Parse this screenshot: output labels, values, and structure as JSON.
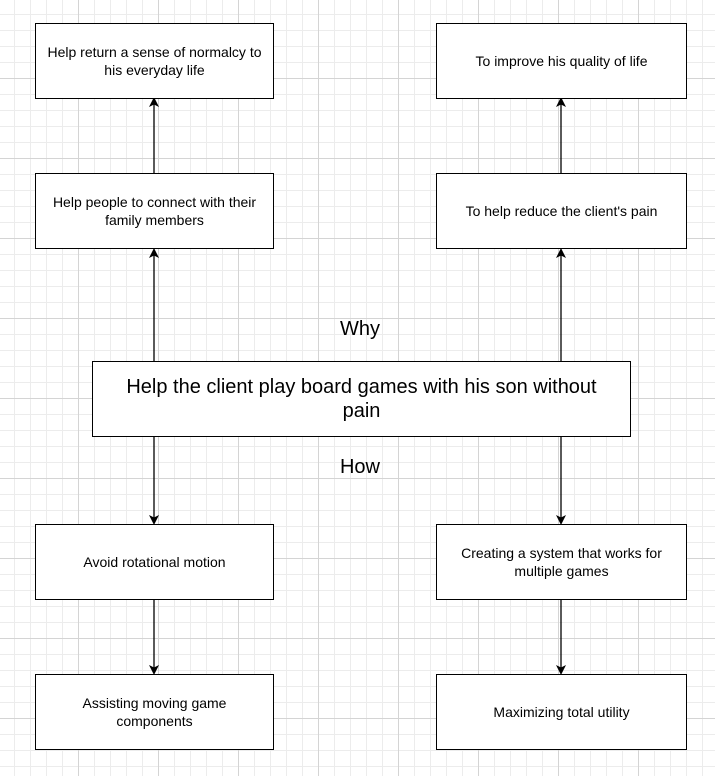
{
  "labels": {
    "why": "Why",
    "how": "How"
  },
  "central": {
    "text": "Help the client play board games with his son without pain"
  },
  "why_left": {
    "top": "Help return a sense of normalcy to his everyday life",
    "middle": "Help people to connect with their family members"
  },
  "why_right": {
    "top": "To improve his quality of life",
    "middle": "To help reduce the client's pain"
  },
  "how_left": {
    "middle": "Avoid rotational motion",
    "bottom": "Assisting moving game components"
  },
  "how_right": {
    "middle": "Creating a system that works for multiple games",
    "bottom": "Maximizing total utility"
  }
}
